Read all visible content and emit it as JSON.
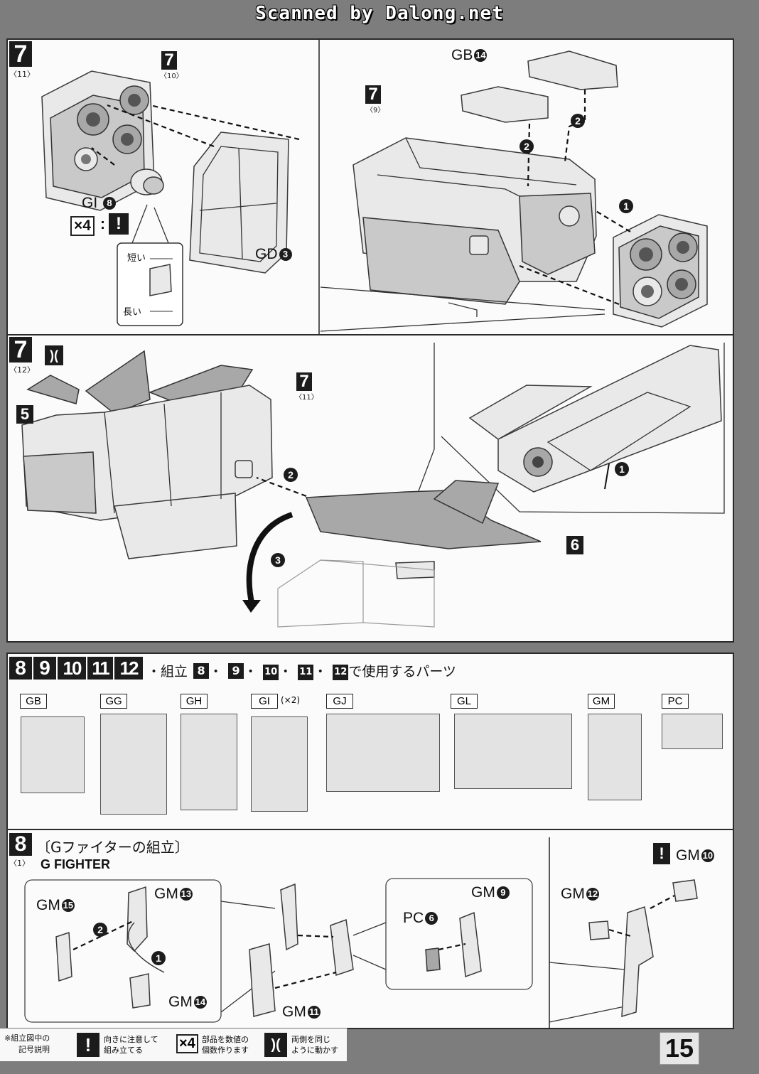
{
  "header": {
    "scan_credit": "Scanned by Dalong.net"
  },
  "step7a": {
    "step": "7",
    "sub": "〈11〉",
    "callout_step": "7",
    "callout_sub": "〈10〉",
    "right_step": "7",
    "right_sub": "〈9〉",
    "parts": {
      "gi": "GI",
      "gi_num": "8",
      "gd": "GD",
      "gd_num": "3",
      "gb": "GB",
      "gb_num": "14"
    },
    "times": "×4",
    "colon": ":",
    "arrows": {
      "a1": "1",
      "a2": "2",
      "a3": "2"
    },
    "inset": {
      "short": "短い",
      "long": "長い"
    }
  },
  "step7b": {
    "step": "7",
    "sub": "〈12〉",
    "callout_step": "7",
    "callout_sub": "〈11〉",
    "part5": "5",
    "part6": "6",
    "arrows": {
      "a1": "1",
      "a2": "2",
      "a3": "3"
    }
  },
  "parts_section": {
    "steps": [
      "8",
      "9",
      "10",
      "11",
      "12"
    ],
    "caption_prefix": "・組立",
    "caption_steps": [
      "8",
      "9",
      "10",
      "11",
      "12"
    ],
    "caption_sep": "・",
    "caption_suffix": "で使用するパーツ",
    "runners": [
      {
        "name": "GB",
        "qty": ""
      },
      {
        "name": "GG",
        "qty": ""
      },
      {
        "name": "GH",
        "qty": ""
      },
      {
        "name": "GI",
        "qty": "(×2)"
      },
      {
        "name": "GJ",
        "qty": ""
      },
      {
        "name": "GL",
        "qty": ""
      },
      {
        "name": "GM",
        "qty": ""
      },
      {
        "name": "PC",
        "qty": ""
      }
    ]
  },
  "step8": {
    "step": "8",
    "sub": "〈1〉",
    "title_jp": "〔Gファイターの組立〕",
    "title_en": "G FIGHTER",
    "labels": {
      "gm15": "GM",
      "gm15_num": "15",
      "gm13": "GM",
      "gm13_num": "13",
      "gm14": "GM",
      "gm14_num": "14",
      "gm11": "GM",
      "gm11_num": "11",
      "gm9": "GM",
      "gm9_num": "9",
      "pc6": "PC",
      "pc6_num": "6",
      "gm12": "GM",
      "gm12_num": "12",
      "gm10": "GM",
      "gm10_num": "10"
    },
    "arrows": {
      "a1": "1",
      "a2": "2"
    }
  },
  "legend": {
    "title_line1": "※組立図中の",
    "title_line2": "記号説明",
    "item1_line1": "向きに注意して",
    "item1_line2": "組み立てる",
    "item2_symbol": "×4",
    "item2_line1": "部品を数値の",
    "item2_line2": "個数作ります",
    "item3_line1": "両側を同じ",
    "item3_line2": "ように動かす"
  },
  "page": {
    "number": "15"
  }
}
